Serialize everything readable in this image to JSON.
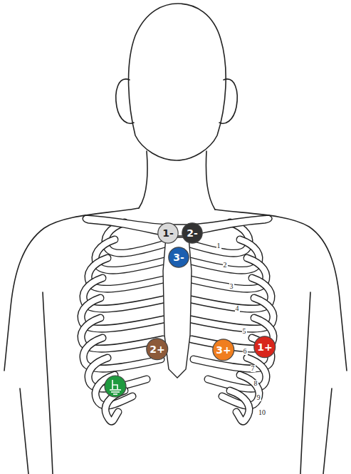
{
  "diagram": {
    "nodes": [
      {
        "text": [
          "1-"
        ]
      },
      {
        "text": [
          "2-"
        ]
      },
      {
        "text": [
          "3-"
        ]
      },
      {
        "text": [
          "2+"
        ]
      },
      {
        "text": [
          "3+"
        ]
      },
      {
        "text": [
          "1+"
        ]
      }
    ],
    "labels": [
      "1",
      "2",
      "3",
      "4",
      "5",
      "6",
      "7",
      "8",
      "9",
      "10"
    ]
  }
}
